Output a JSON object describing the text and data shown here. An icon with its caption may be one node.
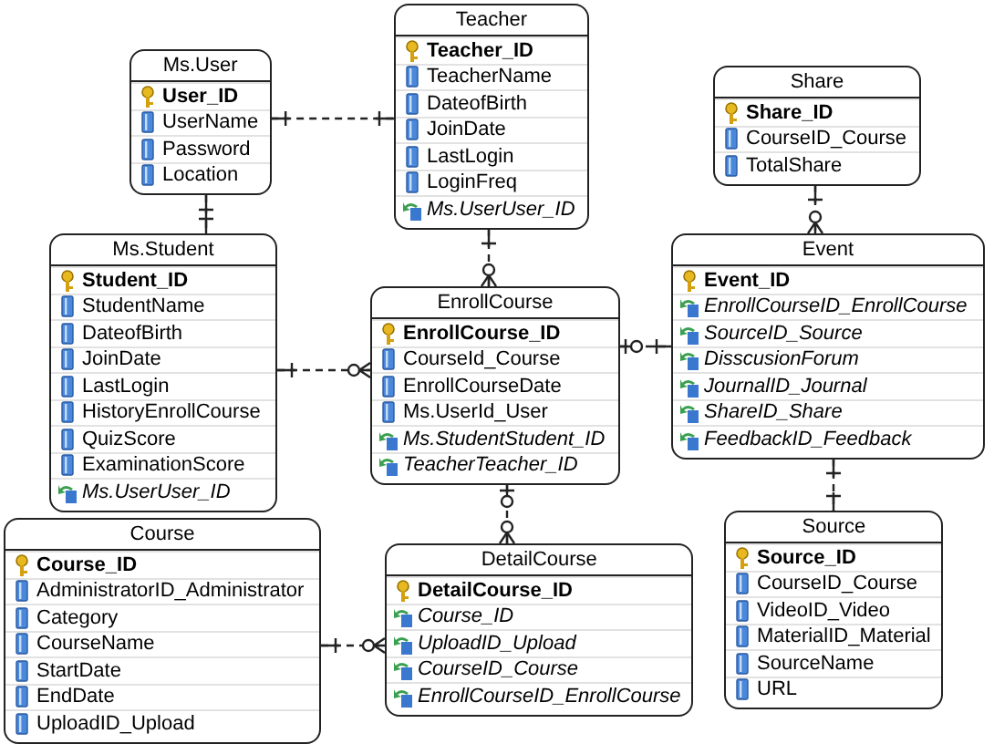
{
  "diagram": {
    "nodes": [
      {
        "text": [
          "Ms.User",
          "User_ID",
          "UserName",
          "Password",
          "Location"
        ]
      },
      {
        "text": [
          "Teacher",
          "Teacher_ID",
          "TeacherName",
          "DateofBirth",
          "JoinDate",
          "LastLogin",
          "LoginFreq",
          "Ms.UserUser_ID"
        ]
      },
      {
        "text": [
          "Share",
          "Share_ID",
          "CourseID_Course",
          "TotalShare"
        ]
      },
      {
        "text": [
          "Ms.Student",
          "Student_ID",
          "StudentName",
          "DateofBirth",
          "JoinDate",
          "LastLogin",
          "HistoryEnrollCourse",
          "QuizScore",
          "ExaminationScore",
          "Ms.UserUser_ID"
        ]
      },
      {
        "text": [
          "EnrollCourse",
          "EnrollCourse_ID",
          "CourseId_Course",
          "EnrollCourseDate",
          "Ms.UserId_User",
          "Ms.StudentStudent_ID",
          "TeacherTeacher_ID"
        ]
      },
      {
        "text": [
          "Event",
          "Event_ID",
          "EnrollCourseID_EnrollCourse",
          "SourceID_Source",
          "DisscusionForum",
          "JournalID_Journal",
          "ShareID_Share",
          "FeedbackID_Feedback"
        ]
      },
      {
        "text": [
          "Course",
          "Course_ID",
          "AdministratorID_Administrator",
          "Category",
          "CourseName",
          "StartDate",
          "EndDate",
          "UploadID_Upload"
        ]
      },
      {
        "text": [
          "DetailCourse",
          "DetailCourse_ID",
          "Course_ID",
          "UploadID_Upload",
          "CourseID_Course",
          "EnrollCourseID_EnrollCourse"
        ]
      },
      {
        "text": [
          "Source",
          "Source_ID",
          "CourseID_Course",
          "VideoID_Video",
          "MaterialID_Material",
          "SourceName",
          "URL"
        ]
      }
    ],
    "edges": [
      {
        "from": 0,
        "to": 1,
        "arrow": "other",
        "style": "dashed"
      },
      {
        "from": 0,
        "to": 3,
        "arrow": "other",
        "style": "dashed"
      },
      {
        "from": 1,
        "to": 4,
        "arrow": "other",
        "style": "dashed"
      },
      {
        "from": 3,
        "to": 4,
        "arrow": "other",
        "style": "dashed"
      },
      {
        "from": 4,
        "to": 5,
        "arrow": "other",
        "style": "dashed"
      },
      {
        "from": 2,
        "to": 5,
        "arrow": "other",
        "style": "dashed"
      },
      {
        "from": 5,
        "to": 8,
        "arrow": "other",
        "style": "dashed"
      },
      {
        "from": 4,
        "to": 7,
        "arrow": "other",
        "style": "dashed"
      },
      {
        "from": 6,
        "to": 7,
        "arrow": "other",
        "style": "dashed"
      }
    ]
  }
}
